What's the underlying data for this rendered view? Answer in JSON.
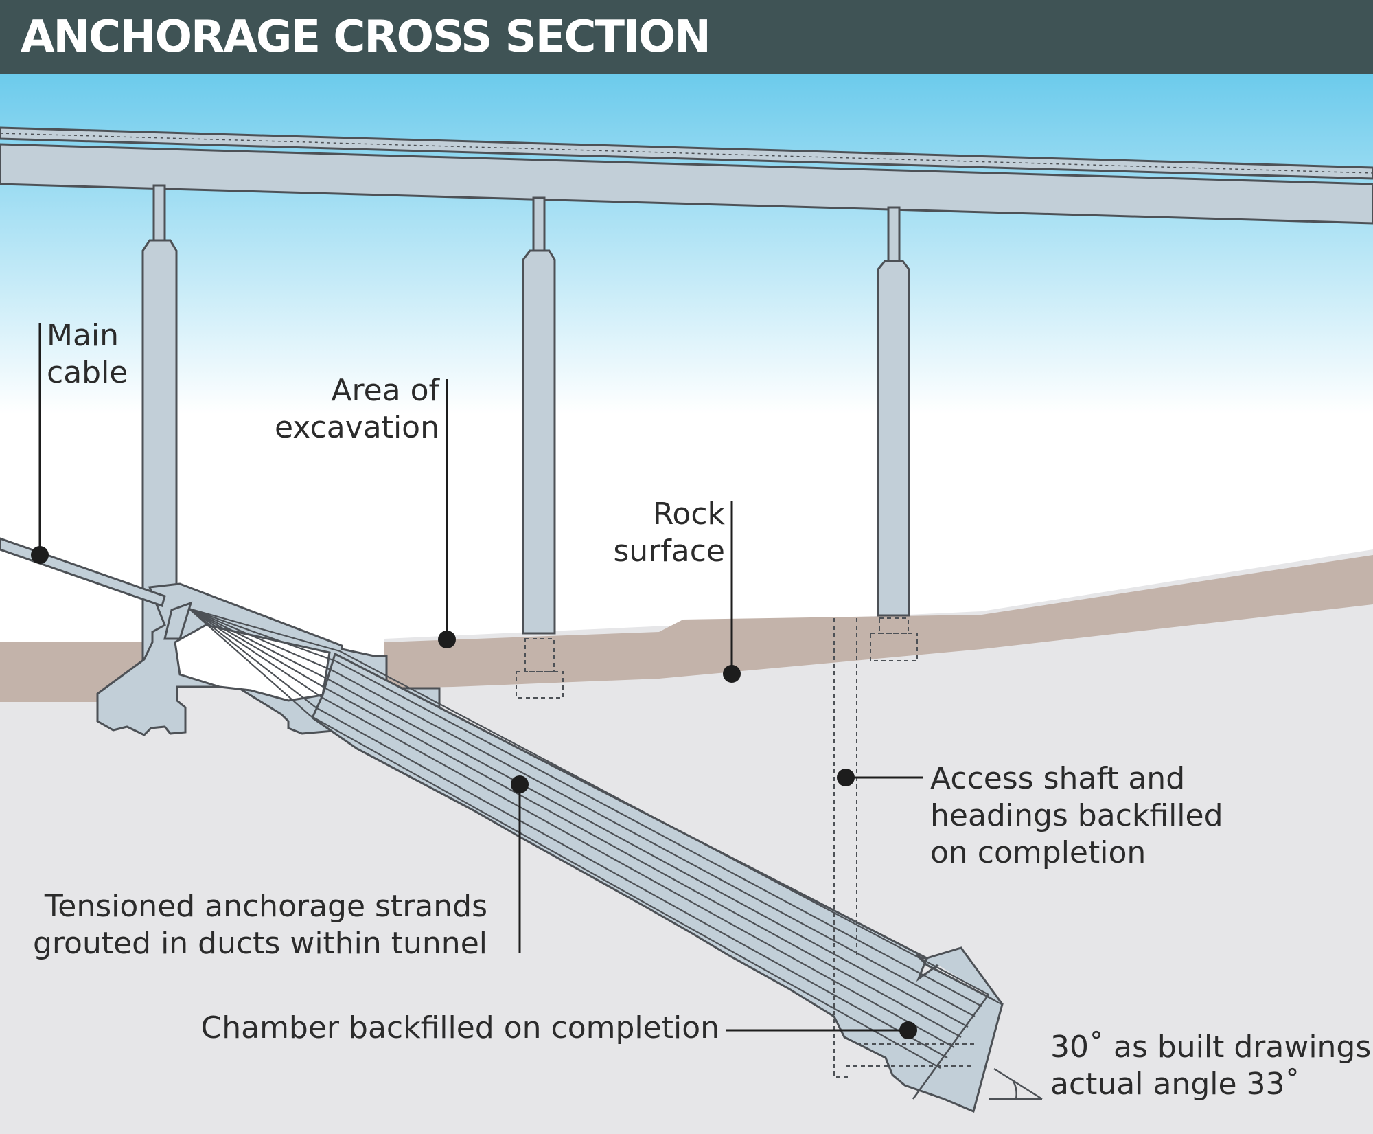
{
  "title": "ANCHORAGE CROSS SECTION",
  "labels": {
    "main_cable": [
      "Main",
      "cable"
    ],
    "area_of_excavation": [
      "Area of",
      "excavation"
    ],
    "rock_surface": [
      "Rock",
      "surface"
    ],
    "access_shaft": [
      "Access shaft and",
      "headings backfilled",
      "on completion"
    ],
    "tensioned_strands": [
      "Tensioned anchorage strands",
      "grouted in ducts within tunnel"
    ],
    "chamber": "Chamber backfilled on completion",
    "angle": [
      "30˚ as built drawings,",
      "actual angle 33˚"
    ]
  },
  "colors": {
    "header": "#3f5355",
    "sky_top": "#6ccbec",
    "sky_bottom": "#ffffff",
    "ground": "#e6e6e8",
    "rock": "#c3b3aa",
    "structure": "#c2cfd8",
    "outline": "#4d5156"
  }
}
